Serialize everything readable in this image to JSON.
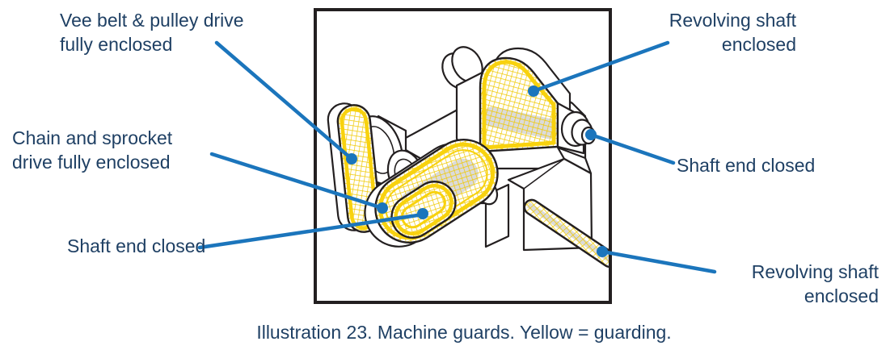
{
  "caption": "Illustration 23. Machine guards. Yellow = guarding.",
  "labels": {
    "vee_belt": "Vee belt & pulley drive\nfully enclosed",
    "chain_sprocket": "Chain and sprocket\ndrive fully enclosed",
    "shaft_end_left": "Shaft end closed",
    "revolving_top": "Revolving shaft\nenclosed",
    "shaft_end_right": "Shaft end closed",
    "revolving_bottom": "Revolving shaft\nenclosed"
  },
  "colors": {
    "guard_yellow": "#F8D20E",
    "mesh_yellow": "#EFC800",
    "leader_blue": "#1B75BC",
    "label_text": "#1F4064",
    "outline": "#231F20"
  }
}
